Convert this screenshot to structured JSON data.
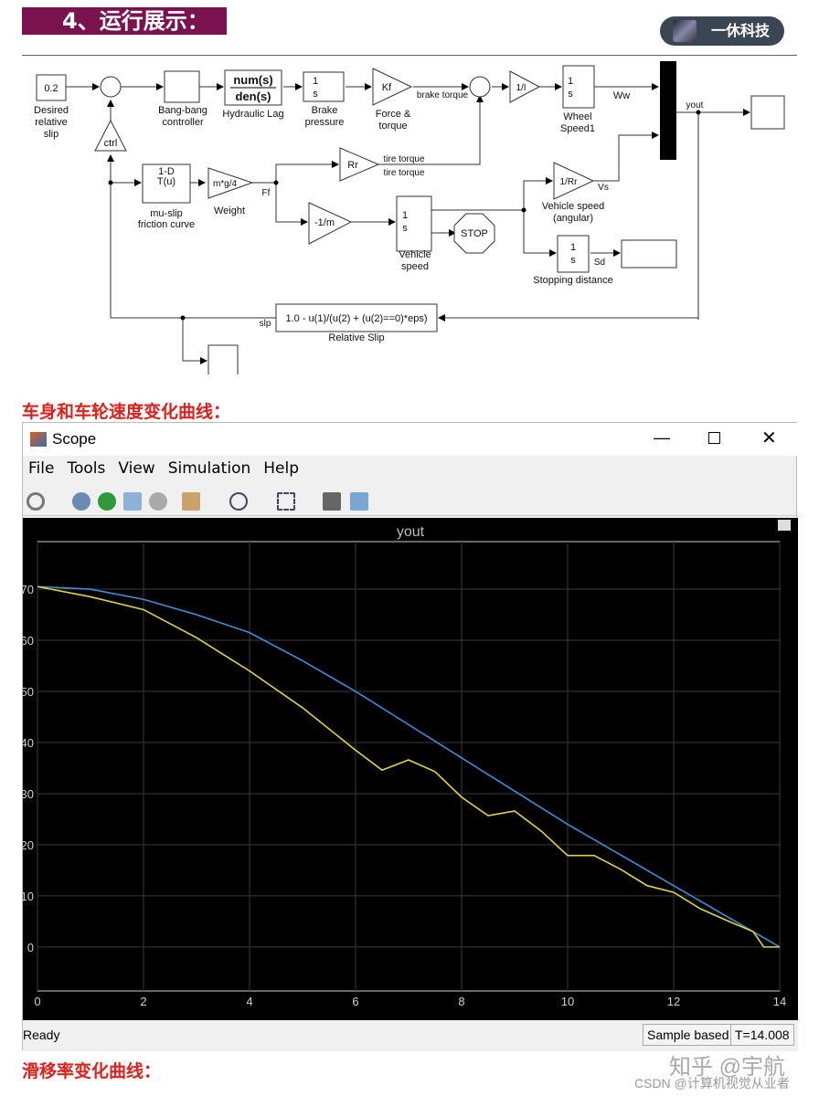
{
  "header": {
    "title": "4、运行展示：",
    "brand": "一休科技"
  },
  "diagram": {
    "blocks": {
      "desired_value": "0.2",
      "desired_label": [
        "Desired",
        "relative",
        "slip"
      ],
      "bangbang_label": [
        "Bang-bang",
        "controller"
      ],
      "hydraulic_num": "num(s)",
      "hydraulic_den": "den(s)",
      "hydraulic_label": "Hydraulic Lag",
      "brake_label": [
        "Brake",
        "pressure"
      ],
      "kf": "Kf",
      "kf_label": [
        "Force &",
        "torque"
      ],
      "brake_torque": "brake torque",
      "inv_i": "1/I",
      "wheel_label": [
        "Wheel",
        "Speed1"
      ],
      "ww": "Ww",
      "yout": "yout",
      "ctrl": "ctrl",
      "lookup_top": "1-D",
      "lookup_fn": "T(u)",
      "lookup_label": [
        "mu-slip",
        "friction curve"
      ],
      "weight": "m*g/4",
      "weight_label": "Weight",
      "ff": "Ff",
      "rr": "Rr",
      "tire_torque_1": "tire torque",
      "tire_torque_2": "tire torque",
      "neg_inv_m": "-1/m",
      "vehicle_label": [
        "Vehicle",
        "speed"
      ],
      "stop": "STOP",
      "inv_rr": "1/Rr",
      "vs": "Vs",
      "vehicle_ang_label": [
        "Vehicle speed",
        "(angular)"
      ],
      "sd": "Sd",
      "stopping_label": "Stopping distance",
      "slip_expr": "1.0 - u(1)/(u(2) + (u(2)==0)*eps)",
      "slip_label": "Relative Slip",
      "slp": "slp",
      "int_one": "1",
      "int_s": "s"
    }
  },
  "section1": "车身和车轮速度变化曲线：",
  "section2": "滑移率变化曲线：",
  "scope": {
    "title": "Scope",
    "menu": [
      "File",
      "Tools",
      "View",
      "Simulation",
      "Help"
    ],
    "status": "Ready",
    "mode": "Sample based",
    "time": "T=14.008"
  },
  "chart_data": {
    "type": "line",
    "title": "yout",
    "xlim": [
      0,
      14
    ],
    "ylim": [
      -8.6,
      79.3
    ],
    "xticks": [
      0,
      2,
      4,
      6,
      8,
      10,
      12,
      14
    ],
    "yticks": [
      0,
      10,
      20,
      30,
      40,
      50,
      60,
      70
    ],
    "grid": true,
    "colors": {
      "background": "#000000",
      "grid": "#3a3a3a",
      "axes": "#cfcfcf"
    },
    "series": [
      {
        "color": "#3b8fd9",
        "x": [
          0,
          1,
          2,
          3,
          4,
          5,
          6,
          7,
          8,
          9,
          10,
          11,
          12,
          13,
          14
        ],
        "y": [
          70.5,
          70,
          68,
          65,
          61.5,
          56,
          50,
          43.5,
          37,
          30.5,
          24,
          18,
          12,
          6,
          0
        ]
      },
      {
        "color": "#e3d43a",
        "x": [
          0,
          1,
          2,
          3,
          4,
          5,
          6,
          6.5,
          7,
          7.5,
          8,
          8.5,
          9,
          9.5,
          10,
          10.5,
          11,
          11.5,
          12,
          12.5,
          13,
          13.5,
          13.7,
          14
        ],
        "y": [
          70.5,
          68.5,
          66,
          60.5,
          54,
          46.8,
          38.5,
          34.6,
          36.6,
          34.3,
          29.3,
          25.7,
          26.6,
          22.7,
          17.9,
          17.9,
          15.2,
          12,
          10.7,
          7.5,
          5.2,
          3,
          0,
          0
        ]
      }
    ]
  },
  "watermarks": {
    "zhihu": "知乎 @宇航",
    "csdn": "CSDN @计算机视觉从业者"
  }
}
